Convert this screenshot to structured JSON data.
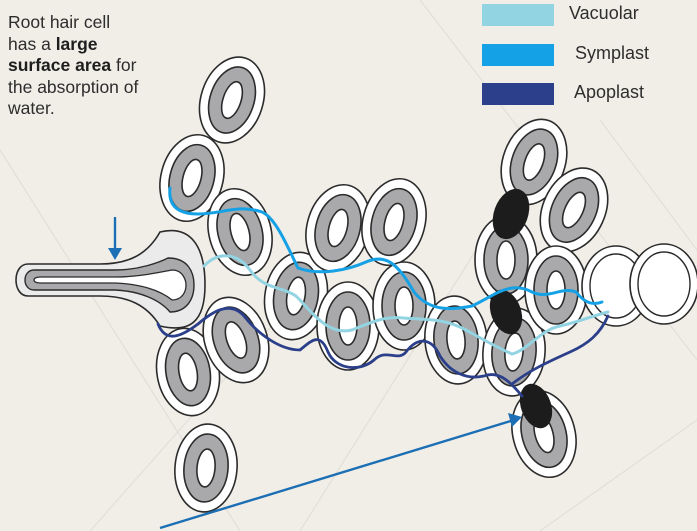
{
  "caption": {
    "part1": "Root hair cell has a ",
    "bold1": "large surface area",
    "part2": " for the absorption of water."
  },
  "legend": [
    {
      "label": "Vacuolar",
      "color": "#93d4e3"
    },
    {
      "label": "Symplast",
      "color": "#14a1e6"
    },
    {
      "label": "Apoplast",
      "color": "#2b3f8a"
    }
  ],
  "colors": {
    "cell_fill": "#ffffff",
    "cell_outline": "#2b2b2b",
    "vacuole_ring": "#a9a9ab",
    "plasmodesmata": "#1c1c1c",
    "arrow": "#1c6fb4"
  }
}
